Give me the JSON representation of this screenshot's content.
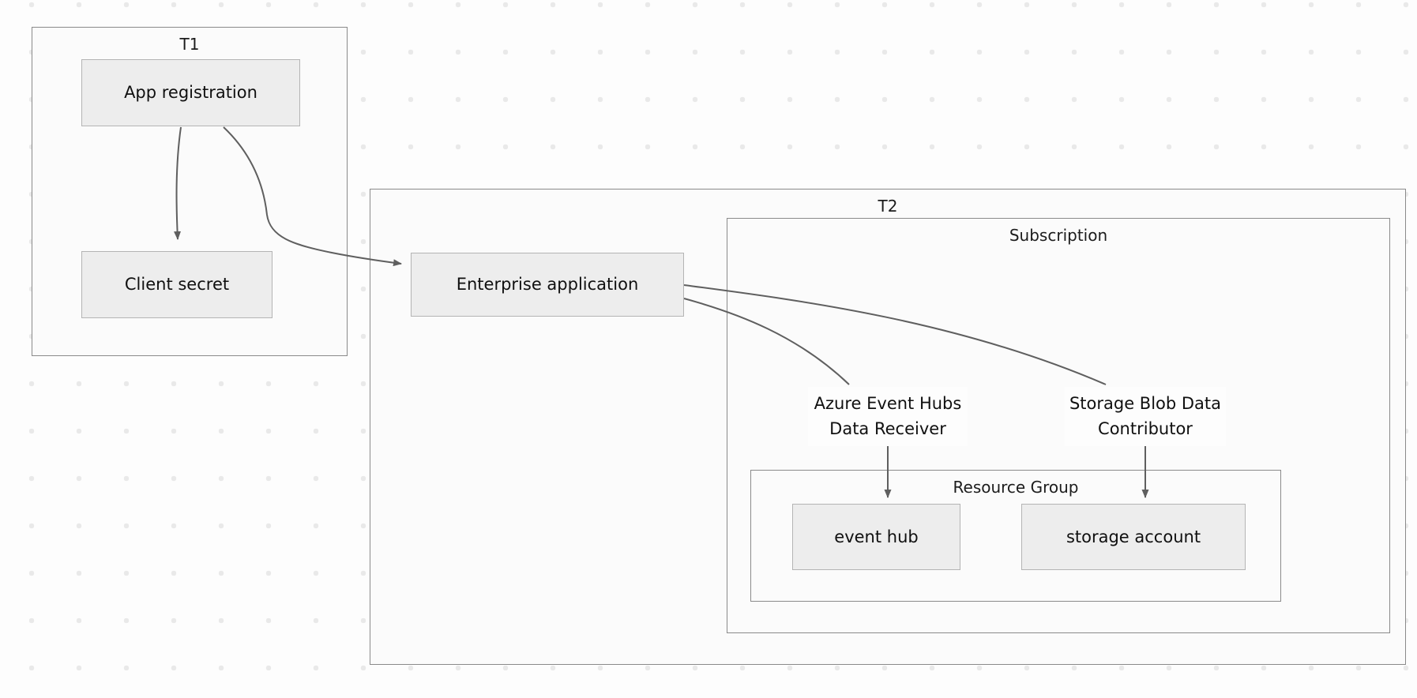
{
  "diagram": {
    "title": "Azure multi-tenant app registration and role assignment diagram",
    "colors": {
      "canvas_background": "#fdfdfd",
      "dot_grid": "#e9e9e9",
      "cluster_fill": "#fbfbfb",
      "cluster_border": "#8a8a8a",
      "node_fill": "#ededed",
      "node_border": "#b4b4b4",
      "edge_stroke": "#5f5f5f",
      "text": "#101010"
    }
  },
  "clusters": {
    "t1": {
      "label": "T1"
    },
    "t2": {
      "label": "T2"
    },
    "subscription": {
      "label": "Subscription"
    },
    "resource_group": {
      "label": "Resource Group"
    }
  },
  "nodes": {
    "app_registration": {
      "label": "App registration"
    },
    "client_secret": {
      "label": "Client secret"
    },
    "enterprise_application": {
      "label": "Enterprise application"
    },
    "event_hub": {
      "label": "event hub"
    },
    "storage_account": {
      "label": "storage account"
    }
  },
  "role_labels": {
    "event_hubs_receiver": {
      "label": "Azure Event Hubs\nData Receiver"
    },
    "storage_blob_contributor": {
      "label": "Storage Blob Data\nContributor"
    }
  },
  "edges": [
    {
      "from": "App registration",
      "to": "Client secret",
      "arrow": true
    },
    {
      "from": "App registration",
      "to": "Enterprise application",
      "arrow": true
    },
    {
      "from": "Enterprise application",
      "to": "Azure Event Hubs Data Receiver",
      "arrow": false
    },
    {
      "from": "Enterprise application",
      "to": "Storage Blob Data Contributor",
      "arrow": false
    },
    {
      "from": "Azure Event Hubs Data Receiver",
      "to": "event hub",
      "arrow": true
    },
    {
      "from": "Storage Blob Data Contributor",
      "to": "storage account",
      "arrow": true
    }
  ]
}
